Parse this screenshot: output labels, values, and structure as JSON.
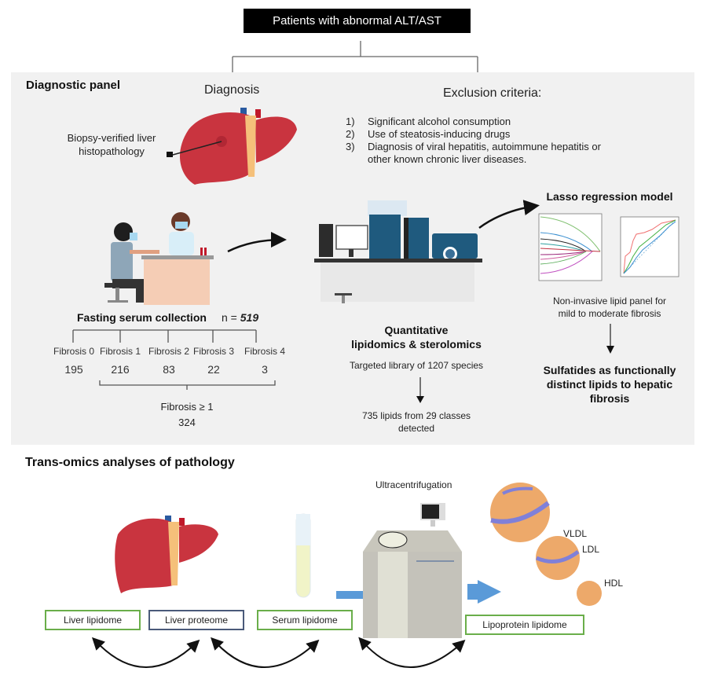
{
  "header": {
    "title": "Patients with abnormal ALT/AST"
  },
  "diagnostic_panel": {
    "title": "Diagnostic panel",
    "diagnosis": {
      "heading": "Diagnosis",
      "biopsy_label_line1": "Biopsy-verified liver",
      "biopsy_label_line2": "histopathology"
    },
    "exclusion": {
      "heading": "Exclusion criteria:",
      "items": [
        {
          "num": "1)",
          "text": "Significant alcohol consumption"
        },
        {
          "num": "2)",
          "text": "Use of steatosis-inducing drugs"
        },
        {
          "num": "3)",
          "text": "Diagnosis of viral hepatitis, autoimmune hepatitis or"
        },
        {
          "num": "",
          "text": "other known chronic liver diseases."
        }
      ]
    },
    "serum": {
      "label": "Fasting serum collection",
      "n_prefix": "n = ",
      "n_value": "519",
      "groups": [
        {
          "label": "Fibrosis 0",
          "count": "195"
        },
        {
          "label": "Fibrosis 1",
          "count": "216"
        },
        {
          "label": "Fibrosis 2",
          "count": "83"
        },
        {
          "label": "Fibrosis 3",
          "count": "22"
        },
        {
          "label": "Fibrosis 4",
          "count": "3"
        }
      ],
      "summary_label": "Fibrosis ≥ 1",
      "summary_count": "324"
    },
    "lipidomics": {
      "title_line1": "Quantitative",
      "title_line2": "lipidomics & sterolomics",
      "library": "Targeted library of 1207 species",
      "detected_line1": "735 lipids from 29 classes",
      "detected_line2": "detected"
    },
    "lasso": {
      "title": "Lasso regression model",
      "panel_line1": "Non-invasive lipid panel for",
      "panel_line2": "mild to moderate fibrosis",
      "conclusion_line1": "Sulfatides as functionally",
      "conclusion_line2": "distinct lipids to hepatic",
      "conclusion_line3": "fibrosis"
    }
  },
  "trans_omics": {
    "title": "Trans-omics analyses of pathology",
    "ultracentrifugation": "Ultracentrifugation",
    "lipoproteins": [
      "VLDL",
      "LDL",
      "HDL"
    ],
    "boxes": [
      {
        "label": "Liver lipidome"
      },
      {
        "label": "Liver proteome"
      },
      {
        "label": "Serum lipidome"
      },
      {
        "label": "Lipoprotein lipidome"
      }
    ]
  },
  "colors": {
    "liver": "#c9343f",
    "vessel_blue": "#2a5aa0",
    "vessel_red": "#c0182a",
    "bile": "#f5c07a",
    "instrument_blue": "#1f5a7e",
    "arrow_blue": "#4f93d6",
    "box_green": "#6aae4a",
    "box_navy": "#4a5a7a",
    "lipoprotein": "#eda96a",
    "apo_band": "#8080d8"
  }
}
